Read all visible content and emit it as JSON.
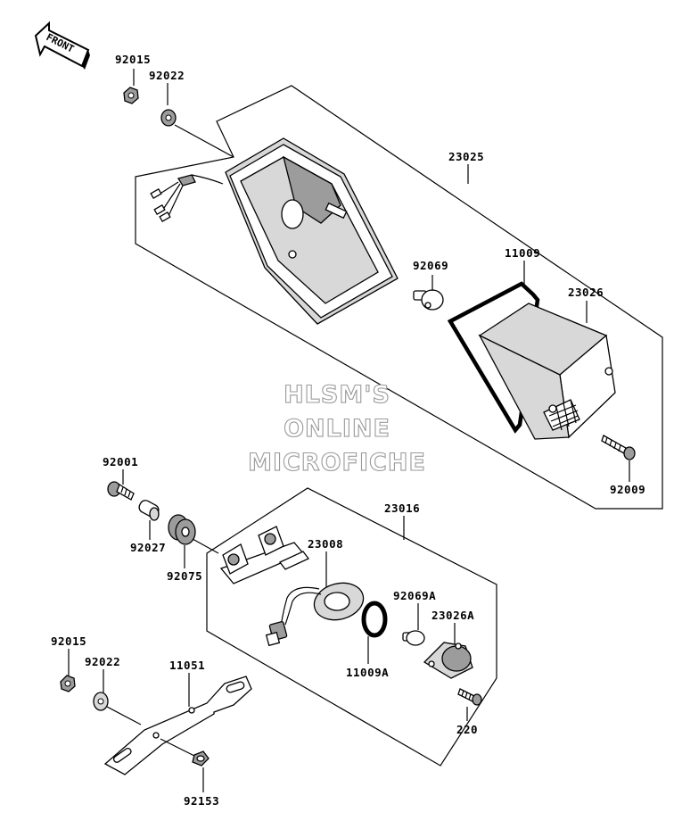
{
  "front_badge": "FRONT",
  "watermark": [
    "HLSM'S",
    "ONLINE",
    "MICROFICHE"
  ],
  "parts": {
    "p92015_top": "92015",
    "p92022_top": "92022",
    "p23025": "23025",
    "p92069": "92069",
    "p11009": "11009",
    "p23026": "23026",
    "p92009": "92009",
    "p92001": "92001",
    "p92027": "92027",
    "p92075": "92075",
    "p23016": "23016",
    "p23008": "23008",
    "p92069A": "92069A",
    "p23026A": "23026A",
    "p11009A": "11009A",
    "p220": "220",
    "p92015_bot": "92015",
    "p92022_bot": "92022",
    "p11051": "11051",
    "p92153": "92153"
  }
}
